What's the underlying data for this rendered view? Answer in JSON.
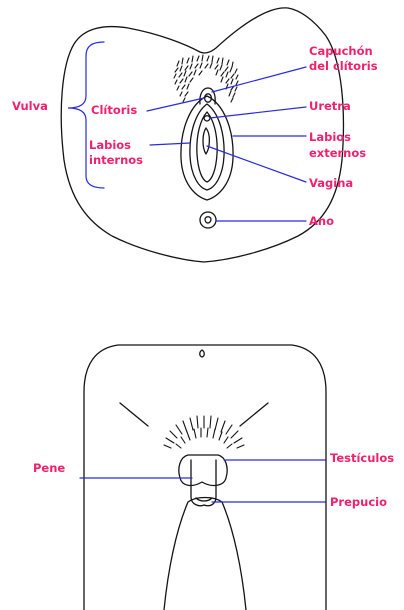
{
  "colors": {
    "label": "#f0216e",
    "pointer": "#2a2ae0",
    "outline": "#141414",
    "background": "#ffffff"
  },
  "top_figure": {
    "labels": {
      "vulva": "Vulva",
      "clitoris": "Clítoris",
      "labios_internos_1": "Labios",
      "labios_internos_2": "internos",
      "capuchon_1": "Capuchón",
      "capuchon_2": "del clítoris",
      "uretra": "Uretra",
      "labios_externos_1": "Labios",
      "labios_externos_2": "externos",
      "vagina": "Vagina",
      "ano": "Ano"
    }
  },
  "bottom_figure": {
    "labels": {
      "pene": "Pene",
      "testiculos": "Testículos",
      "prepucio": "Prepucio"
    }
  }
}
